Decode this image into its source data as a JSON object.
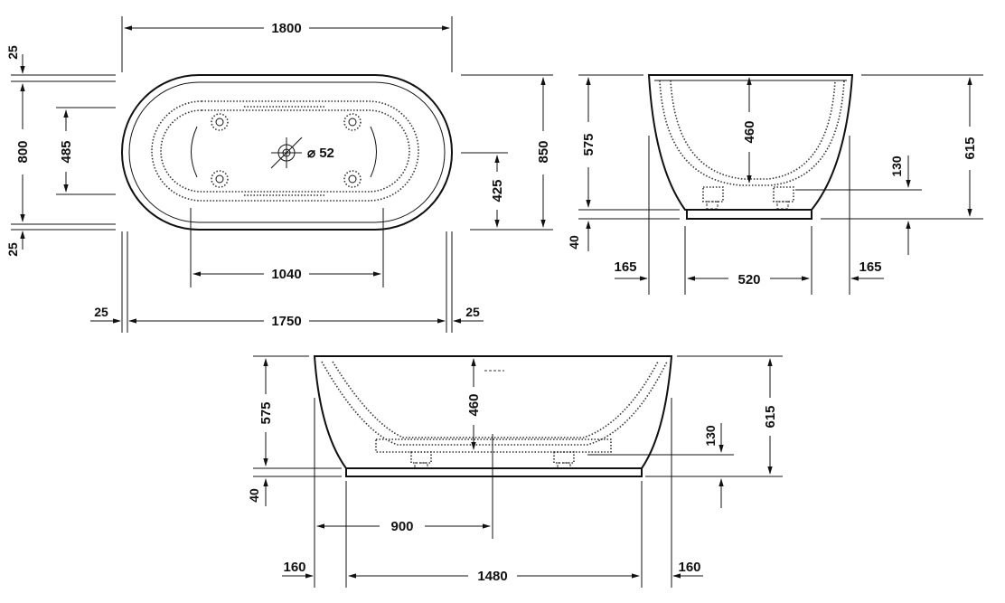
{
  "views": {
    "top": {
      "overall_length": "1800",
      "inner_length": "1750",
      "left_offset": "25",
      "right_offset": "25",
      "overall_width": "800",
      "outer_width": "850",
      "top_offset": "25",
      "bottom_offset": "25",
      "jet_spacing_width": "485",
      "center_to_side": "425",
      "jet_spacing_length": "1040",
      "drain_diameter": "⌀ 52"
    },
    "side": {
      "bowl_depth": "460",
      "height_to_rim": "575",
      "overall_height": "615",
      "base_height": "40",
      "step_height": "130",
      "left_overhang": "165",
      "base_width": "520",
      "right_overhang": "165"
    },
    "front": {
      "bowl_depth": "460",
      "height_to_rim": "575",
      "overall_height": "615",
      "base_height": "40",
      "step_height": "130",
      "drain_position": "900",
      "base_length": "1480",
      "left_overhang": "160",
      "right_overhang": "160"
    }
  }
}
